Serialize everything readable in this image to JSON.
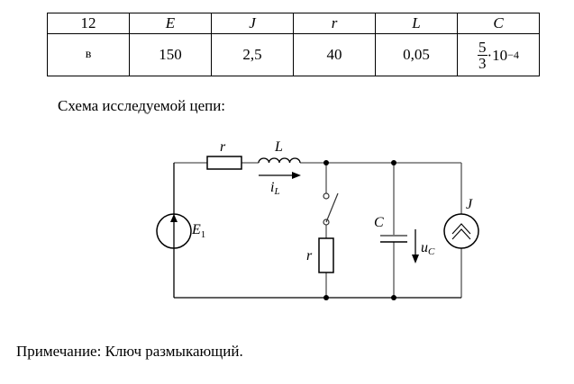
{
  "table": {
    "header": [
      "12",
      "E",
      "J",
      "r",
      "L",
      "C"
    ],
    "values": [
      "в",
      "150",
      "2,5",
      "40",
      "0,05"
    ],
    "capacitance": {
      "numerator": "5",
      "denominator": "3",
      "multiplier": "·10",
      "exponent": "−4"
    }
  },
  "caption": "Схема исследуемой цепи:",
  "circuit": {
    "labels": {
      "r_series": "r",
      "L": "L",
      "iL_main": "i",
      "iL_sub": "L",
      "E_main": "E",
      "E_sub": "1",
      "r_branch": "r",
      "C": "C",
      "uC_main": "u",
      "uC_sub": "C",
      "J": "J"
    },
    "switch_type": "opening"
  },
  "note": "Примечание: Ключ размыкающий."
}
